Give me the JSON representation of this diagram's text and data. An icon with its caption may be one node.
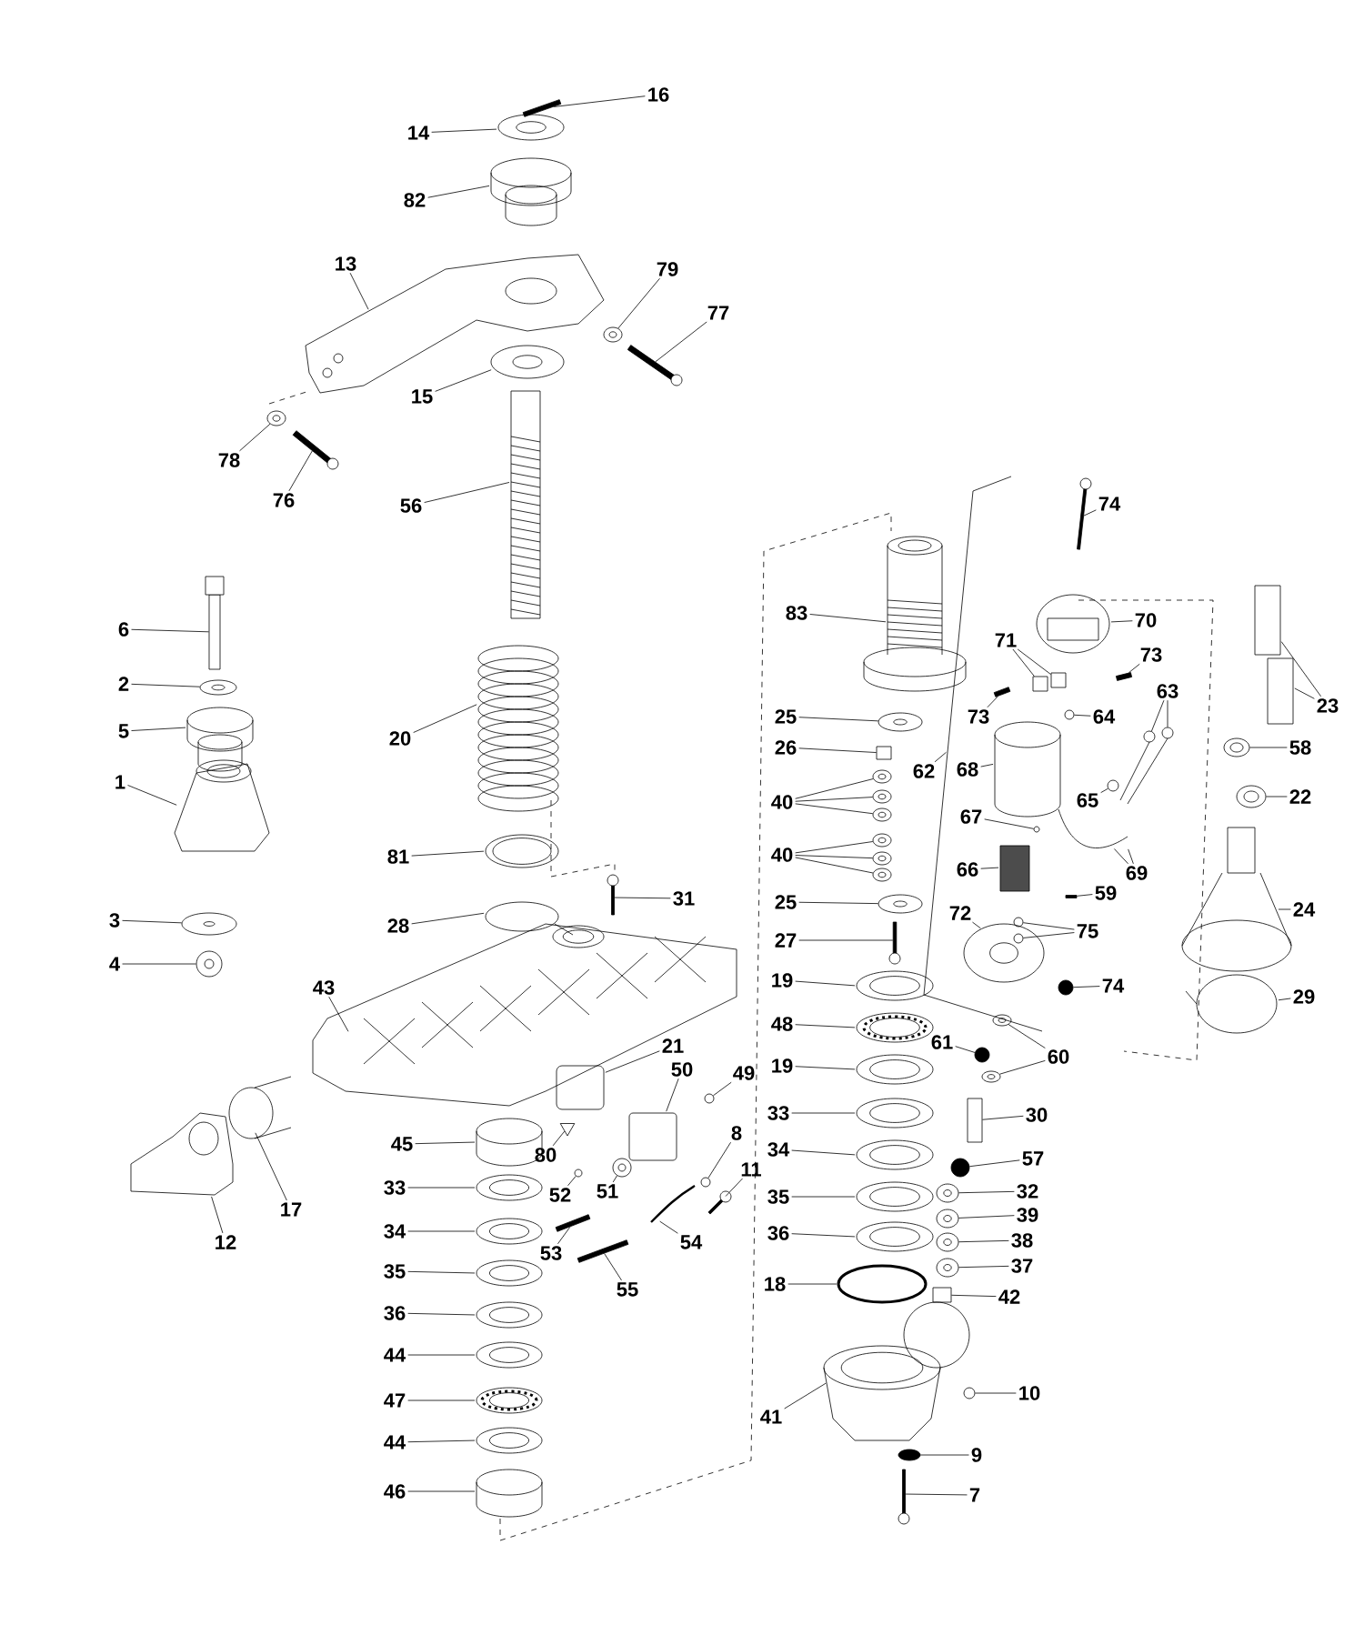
{
  "diagram": {
    "nodes": [
      {
        "text": [
          "16"
        ]
      },
      {
        "text": [
          "14"
        ]
      },
      {
        "text": [
          "82"
        ]
      },
      {
        "text": [
          "13"
        ]
      },
      {
        "text": [
          "79"
        ]
      },
      {
        "text": [
          "77"
        ]
      },
      {
        "text": [
          "15"
        ]
      },
      {
        "text": [
          "78"
        ]
      },
      {
        "text": [
          "76"
        ]
      },
      {
        "text": [
          "56"
        ]
      },
      {
        "text": [
          "74"
        ]
      },
      {
        "text": [
          "83"
        ]
      },
      {
        "text": [
          "70"
        ]
      },
      {
        "text": [
          "6"
        ]
      },
      {
        "text": [
          "71"
        ]
      },
      {
        "text": [
          "73"
        ]
      },
      {
        "text": [
          "63"
        ]
      },
      {
        "text": [
          "23"
        ]
      },
      {
        "text": [
          "2"
        ]
      },
      {
        "text": [
          "64"
        ]
      },
      {
        "text": [
          "73"
        ]
      },
      {
        "text": [
          "25"
        ]
      },
      {
        "text": [
          "5"
        ]
      },
      {
        "text": [
          "20"
        ]
      },
      {
        "text": [
          "26"
        ]
      },
      {
        "text": [
          "58"
        ]
      },
      {
        "text": [
          "62"
        ]
      },
      {
        "text": [
          "68"
        ]
      },
      {
        "text": [
          "1"
        ]
      },
      {
        "text": [
          "22"
        ]
      },
      {
        "text": [
          "65"
        ]
      },
      {
        "text": [
          "40"
        ]
      },
      {
        "text": [
          "67"
        ]
      },
      {
        "text": [
          "40"
        ]
      },
      {
        "text": [
          "81"
        ]
      },
      {
        "text": [
          "66"
        ]
      },
      {
        "text": [
          "69"
        ]
      },
      {
        "text": [
          "59"
        ]
      },
      {
        "text": [
          "31"
        ]
      },
      {
        "text": [
          "25"
        ]
      },
      {
        "text": [
          "24"
        ]
      },
      {
        "text": [
          "72"
        ]
      },
      {
        "text": [
          "3"
        ]
      },
      {
        "text": [
          "28"
        ]
      },
      {
        "text": [
          "75"
        ]
      },
      {
        "text": [
          "27"
        ]
      },
      {
        "text": [
          "4"
        ]
      },
      {
        "text": [
          "19"
        ]
      },
      {
        "text": [
          "74"
        ]
      },
      {
        "text": [
          "43"
        ]
      },
      {
        "text": [
          "29"
        ]
      },
      {
        "text": [
          "48"
        ]
      },
      {
        "text": [
          "61"
        ]
      },
      {
        "text": [
          "21"
        ]
      },
      {
        "text": [
          "60"
        ]
      },
      {
        "text": [
          "19"
        ]
      },
      {
        "text": [
          "50"
        ]
      },
      {
        "text": [
          "49"
        ]
      },
      {
        "text": [
          "33"
        ]
      },
      {
        "text": [
          "30"
        ]
      },
      {
        "text": [
          "8"
        ]
      },
      {
        "text": [
          "45"
        ]
      },
      {
        "text": [
          "34"
        ]
      },
      {
        "text": [
          "57"
        ]
      },
      {
        "text": [
          "11"
        ]
      },
      {
        "text": [
          "80"
        ]
      },
      {
        "text": [
          "51"
        ]
      },
      {
        "text": [
          "33"
        ]
      },
      {
        "text": [
          "52"
        ]
      },
      {
        "text": [
          "32"
        ]
      },
      {
        "text": [
          "35"
        ]
      },
      {
        "text": [
          "17"
        ]
      },
      {
        "text": [
          "39"
        ]
      },
      {
        "text": [
          "34"
        ]
      },
      {
        "text": [
          "36"
        ]
      },
      {
        "text": [
          "54"
        ]
      },
      {
        "text": [
          "38"
        ]
      },
      {
        "text": [
          "12"
        ]
      },
      {
        "text": [
          "53"
        ]
      },
      {
        "text": [
          "37"
        ]
      },
      {
        "text": [
          "35"
        ]
      },
      {
        "text": [
          "18"
        ]
      },
      {
        "text": [
          "55"
        ]
      },
      {
        "text": [
          "42"
        ]
      },
      {
        "text": [
          "36"
        ]
      },
      {
        "text": [
          "44"
        ]
      },
      {
        "text": [
          "10"
        ]
      },
      {
        "text": [
          "47"
        ]
      },
      {
        "text": [
          "41"
        ]
      },
      {
        "text": [
          "44"
        ]
      },
      {
        "text": [
          "9"
        ]
      },
      {
        "text": [
          "46"
        ]
      },
      {
        "text": [
          "7"
        ]
      },
      {
        "text": [],
        "shape": "bar"
      },
      {
        "text": [],
        "shape": "circle"
      },
      {
        "text": [],
        "shape": "bar"
      },
      {
        "text": [],
        "shape": "circle"
      },
      {
        "text": [],
        "shape": "bar"
      },
      {
        "text": [],
        "shape": "bar"
      },
      {
        "text": [],
        "shape": "bar"
      },
      {
        "text": [],
        "shape": "box"
      },
      {
        "text": [],
        "shape": "box"
      },
      {
        "text": [],
        "shape": "bar"
      },
      {
        "text": [],
        "shape": "circle"
      },
      {
        "text": [],
        "shape": "circle"
      },
      {
        "text": [],
        "shape": "circle"
      },
      {
        "text": [],
        "shape": "circle"
      },
      {
        "text": [],
        "shape": "bar"
      },
      {
        "text": [],
        "shape": "circle"
      },
      {
        "text": [],
        "shape": "box"
      },
      {
        "text": [],
        "shape": "circle"
      },
      {
        "text": [],
        "shape": "circle"
      },
      {
        "text": [],
        "shape": "circle"
      },
      {
        "text": [],
        "shape": "circle"
      },
      {
        "text": [],
        "shape": "circle"
      },
      {
        "text": [],
        "shape": "circle"
      },
      {
        "text": [],
        "shape": "circle"
      },
      {
        "text": [],
        "shape": "circle"
      },
      {
        "text": [],
        "shape": "circle"
      },
      {
        "text": [],
        "shape": "circle"
      },
      {
        "text": [],
        "shape": "bar"
      },
      {
        "text": [],
        "shape": "bar"
      },
      {
        "text": [],
        "shape": "circle"
      },
      {
        "text": [],
        "shape": "circle"
      },
      {
        "text": [],
        "shape": "circle"
      },
      {
        "text": [],
        "shape": "circle"
      },
      {
        "text": [],
        "shape": "bar"
      },
      {
        "text": [],
        "shape": "circle"
      },
      {
        "text": [],
        "shape": "circle"
      },
      {
        "text": [],
        "shape": "circle"
      },
      {
        "text": [],
        "shape": "circle"
      },
      {
        "text": [],
        "shape": "circle"
      },
      {
        "text": [],
        "shape": "circle"
      },
      {
        "text": [],
        "shape": "box"
      },
      {
        "text": [],
        "shape": "circle"
      },
      {
        "text": [],
        "shape": "circle"
      },
      {
        "text": [],
        "shape": "bar"
      },
      {
        "text": [],
        "shape": "triangle"
      },
      {
        "text": [],
        "shape": "circle"
      },
      {
        "text": [],
        "shape": "circle"
      },
      {
        "text": [],
        "shape": "circle"
      },
      {
        "text": [],
        "shape": "circle"
      },
      {
        "text": [],
        "shape": "circle"
      },
      {
        "text": [],
        "shape": "bar"
      },
      {
        "text": [],
        "shape": "circle"
      },
      {
        "text": [],
        "shape": "bar"
      },
      {
        "text": [],
        "shape": "box"
      },
      {
        "text": [],
        "shape": "circle"
      },
      {
        "text": [],
        "shape": "circle"
      },
      {
        "text": [],
        "shape": "bar"
      }
    ],
    "edges": [
      {
        "from": 0,
        "to": 93,
        "arrow": "none"
      },
      {
        "from": 1,
        "to": null,
        "arrow": "none"
      },
      {
        "from": 2,
        "to": null,
        "arrow": "none"
      },
      {
        "from": 3,
        "to": null,
        "arrow": "none"
      },
      {
        "from": 4,
        "to": 94,
        "arrow": "none"
      },
      {
        "from": 5,
        "to": 95,
        "arrow": "none"
      },
      {
        "from": 6,
        "to": null,
        "arrow": "none"
      },
      {
        "from": 7,
        "to": 96,
        "arrow": "none"
      },
      {
        "from": 8,
        "to": 97,
        "arrow": "none"
      },
      {
        "from": 9,
        "to": null,
        "arrow": "none"
      },
      {
        "from": 10,
        "to": 98,
        "arrow": "none"
      },
      {
        "from": 11,
        "to": null,
        "arrow": "none"
      },
      {
        "from": 12,
        "to": null,
        "arrow": "none"
      },
      {
        "from": 13,
        "to": 99,
        "arrow": "none"
      },
      {
        "from": 14,
        "to": 100,
        "arrow": "none"
      },
      {
        "from": 14,
        "to": 101,
        "arrow": "none"
      },
      {
        "from": 15,
        "to": 102,
        "arrow": "none"
      },
      {
        "from": 16,
        "to": 103,
        "arrow": "none"
      },
      {
        "from": 16,
        "to": 104,
        "arrow": "none"
      },
      {
        "from": 17,
        "to": null,
        "arrow": "none"
      },
      {
        "from": 17,
        "to": null,
        "arrow": "none"
      },
      {
        "from": 18,
        "to": 105,
        "arrow": "none"
      },
      {
        "from": 19,
        "to": 106,
        "arrow": "none"
      },
      {
        "from": 20,
        "to": 107,
        "arrow": "none"
      },
      {
        "from": 21,
        "to": 108,
        "arrow": "none"
      },
      {
        "from": 22,
        "to": null,
        "arrow": "none"
      },
      {
        "from": 23,
        "to": null,
        "arrow": "none"
      },
      {
        "from": 24,
        "to": 109,
        "arrow": "none"
      },
      {
        "from": 25,
        "to": 110,
        "arrow": "none"
      },
      {
        "from": 26,
        "to": null,
        "arrow": "none"
      },
      {
        "from": 27,
        "to": null,
        "arrow": "none"
      },
      {
        "from": 28,
        "to": null,
        "arrow": "none"
      },
      {
        "from": 29,
        "to": 111,
        "arrow": "none"
      },
      {
        "from": 30,
        "to": 112,
        "arrow": "none"
      },
      {
        "from": 31,
        "to": 113,
        "arrow": "none"
      },
      {
        "from": 31,
        "to": 114,
        "arrow": "none"
      },
      {
        "from": 31,
        "to": 115,
        "arrow": "none"
      },
      {
        "from": 32,
        "to": 116,
        "arrow": "none"
      },
      {
        "from": 33,
        "to": 117,
        "arrow": "none"
      },
      {
        "from": 33,
        "to": 118,
        "arrow": "none"
      },
      {
        "from": 33,
        "to": 119,
        "arrow": "none"
      },
      {
        "from": 34,
        "to": null,
        "arrow": "none"
      },
      {
        "from": 35,
        "to": null,
        "arrow": "none"
      },
      {
        "from": 36,
        "to": null,
        "arrow": "none"
      },
      {
        "from": 36,
        "to": null,
        "arrow": "none"
      },
      {
        "from": 37,
        "to": 120,
        "arrow": "none"
      },
      {
        "from": 38,
        "to": 121,
        "arrow": "none"
      },
      {
        "from": 39,
        "to": 122,
        "arrow": "none"
      },
      {
        "from": 40,
        "to": null,
        "arrow": "none"
      },
      {
        "from": 41,
        "to": null,
        "arrow": "none"
      },
      {
        "from": 42,
        "to": 123,
        "arrow": "none"
      },
      {
        "from": 43,
        "to": null,
        "arrow": "none"
      },
      {
        "from": 44,
        "to": 124,
        "arrow": "none"
      },
      {
        "from": 44,
        "to": 125,
        "arrow": "none"
      },
      {
        "from": 45,
        "to": 126,
        "arrow": "none"
      },
      {
        "from": 46,
        "to": 127,
        "arrow": "none"
      },
      {
        "from": 47,
        "to": null,
        "arrow": "none"
      },
      {
        "from": 48,
        "to": 128,
        "arrow": "none"
      },
      {
        "from": 49,
        "to": null,
        "arrow": "none"
      },
      {
        "from": 50,
        "to": null,
        "arrow": "none"
      },
      {
        "from": 51,
        "to": null,
        "arrow": "none"
      },
      {
        "from": 52,
        "to": 129,
        "arrow": "none"
      },
      {
        "from": 53,
        "to": null,
        "arrow": "none"
      },
      {
        "from": 54,
        "to": 130,
        "arrow": "none"
      },
      {
        "from": 54,
        "to": 131,
        "arrow": "none"
      },
      {
        "from": 55,
        "to": null,
        "arrow": "none"
      },
      {
        "from": 56,
        "to": null,
        "arrow": "none"
      },
      {
        "from": 57,
        "to": 132,
        "arrow": "none"
      },
      {
        "from": 58,
        "to": null,
        "arrow": "none"
      },
      {
        "from": 59,
        "to": 133,
        "arrow": "none"
      },
      {
        "from": 60,
        "to": 134,
        "arrow": "none"
      },
      {
        "from": 61,
        "to": null,
        "arrow": "none"
      },
      {
        "from": 62,
        "to": null,
        "arrow": "none"
      },
      {
        "from": 63,
        "to": 135,
        "arrow": "none"
      },
      {
        "from": 64,
        "to": 136,
        "arrow": "none"
      },
      {
        "from": 65,
        "to": 137,
        "arrow": "none"
      },
      {
        "from": 66,
        "to": 138,
        "arrow": "none"
      },
      {
        "from": 67,
        "to": null,
        "arrow": "none"
      },
      {
        "from": 68,
        "to": 139,
        "arrow": "none"
      },
      {
        "from": 69,
        "to": 140,
        "arrow": "none"
      },
      {
        "from": 70,
        "to": null,
        "arrow": "none"
      },
      {
        "from": 71,
        "to": null,
        "arrow": "none"
      },
      {
        "from": 72,
        "to": 141,
        "arrow": "none"
      },
      {
        "from": 73,
        "to": null,
        "arrow": "none"
      },
      {
        "from": 74,
        "to": null,
        "arrow": "none"
      },
      {
        "from": 75,
        "to": null,
        "arrow": "none"
      },
      {
        "from": 76,
        "to": 142,
        "arrow": "none"
      },
      {
        "from": 77,
        "to": null,
        "arrow": "none"
      },
      {
        "from": 78,
        "to": 143,
        "arrow": "none"
      },
      {
        "from": 79,
        "to": 144,
        "arrow": "none"
      },
      {
        "from": 80,
        "to": null,
        "arrow": "none"
      },
      {
        "from": 81,
        "to": null,
        "arrow": "none"
      },
      {
        "from": 82,
        "to": 145,
        "arrow": "none"
      },
      {
        "from": 83,
        "to": 146,
        "arrow": "none"
      },
      {
        "from": 84,
        "to": null,
        "arrow": "none"
      },
      {
        "from": 85,
        "to": null,
        "arrow": "none"
      },
      {
        "from": 86,
        "to": 147,
        "arrow": "none"
      },
      {
        "from": 87,
        "to": null,
        "arrow": "none"
      },
      {
        "from": 88,
        "to": null,
        "arrow": "none"
      },
      {
        "from": 89,
        "to": null,
        "arrow": "none"
      },
      {
        "from": 90,
        "to": 148,
        "arrow": "none"
      },
      {
        "from": 91,
        "to": null,
        "arrow": "none"
      },
      {
        "from": 92,
        "to": 149,
        "arrow": "none"
      }
    ]
  }
}
